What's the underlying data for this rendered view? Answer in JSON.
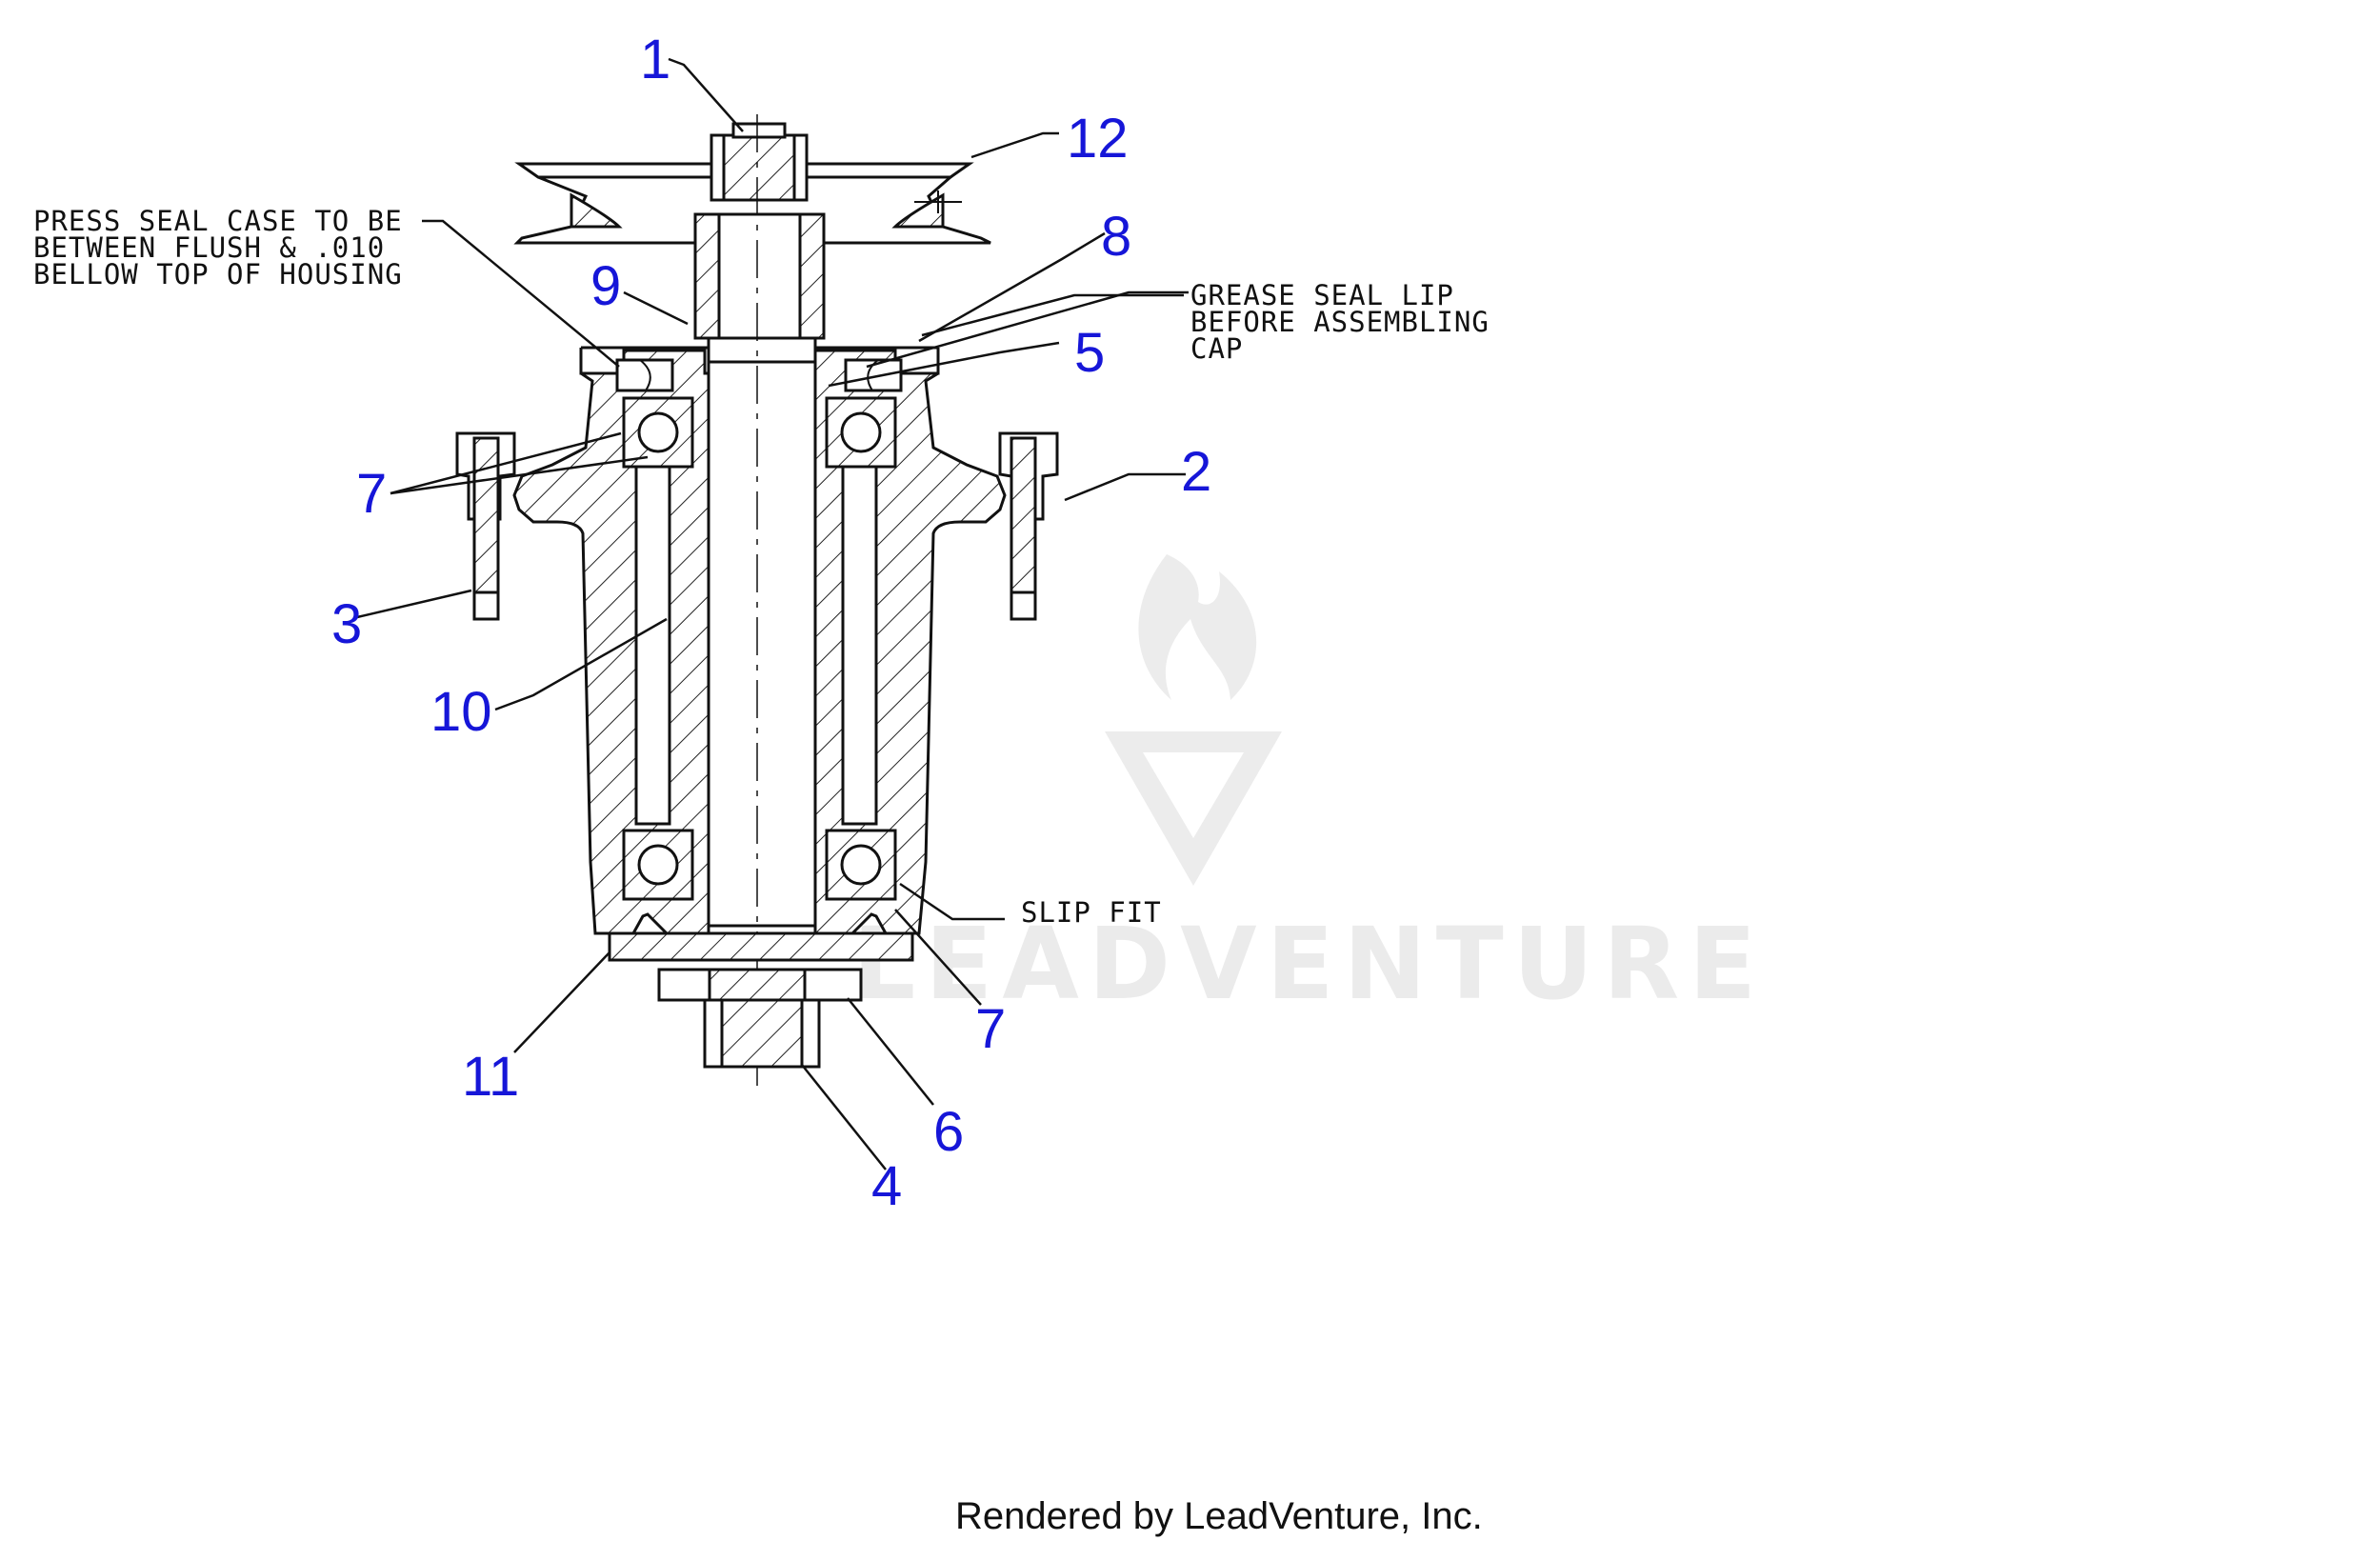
{
  "diagram": {
    "callouts": [
      "1",
      "12",
      "8",
      "9",
      "5",
      "7",
      "2",
      "3",
      "10",
      "7",
      "11",
      "6",
      "4"
    ],
    "notes": {
      "press_seal": [
        "PRESS SEAL CASE TO BE",
        "BETWEEN FLUSH & .010",
        "BELLOW TOP OF HOUSING"
      ],
      "grease_seal": [
        "GREASE SEAL LIP",
        "BEFORE ASSEMBLING",
        "CAP"
      ],
      "slip_fit": "SLIP FIT"
    },
    "watermark": "LEADVENTURE",
    "footer": "Rendered by LeadVenture, Inc."
  }
}
